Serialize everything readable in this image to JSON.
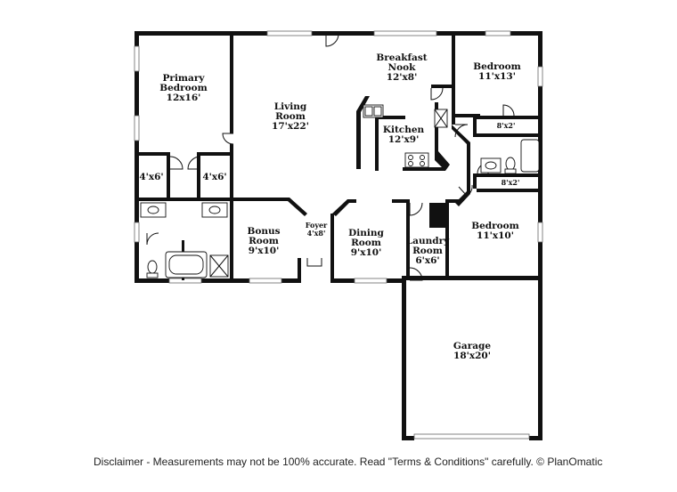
{
  "rooms": {
    "primary_bedroom": {
      "name_line1": "Primary",
      "name_line2": "Bedroom",
      "size": "12x16'"
    },
    "living_room": {
      "name_line1": "Living",
      "name_line2": "Room",
      "size": "17'x22'"
    },
    "breakfast_nook": {
      "name_line1": "Breakfast",
      "name_line2": "Nook",
      "size": "12'x8'"
    },
    "bedroom_top": {
      "name": "Bedroom",
      "size": "11'x13'"
    },
    "closet_top": {
      "size": "8'x2'"
    },
    "kitchen": {
      "name": "Kitchen",
      "size": "12'x9'"
    },
    "closet_left": {
      "size": "4'x6'"
    },
    "closet_right": {
      "size": "4'x6'"
    },
    "closet_bottom": {
      "size": "8'x2'"
    },
    "bonus_room": {
      "name_line1": "Bonus",
      "name_line2": "Room",
      "size": "9'x10'"
    },
    "foyer": {
      "name": "Foyer",
      "size": "4'x8'"
    },
    "dining_room": {
      "name_line1": "Dining",
      "name_line2": "Room",
      "size": "9'x10'"
    },
    "laundry_room": {
      "name_line1": "Laundry",
      "name_line2": "Room",
      "size": "6'x6'"
    },
    "bedroom_bottom": {
      "name": "Bedroom",
      "size": "11'x10'"
    },
    "garage": {
      "name": "Garage",
      "size": "18'x20'"
    }
  },
  "disclaimer": "Disclaimer - Measurements may not be 100% accurate. Read \"Terms & Conditions\" carefully. © PlanOmatic"
}
